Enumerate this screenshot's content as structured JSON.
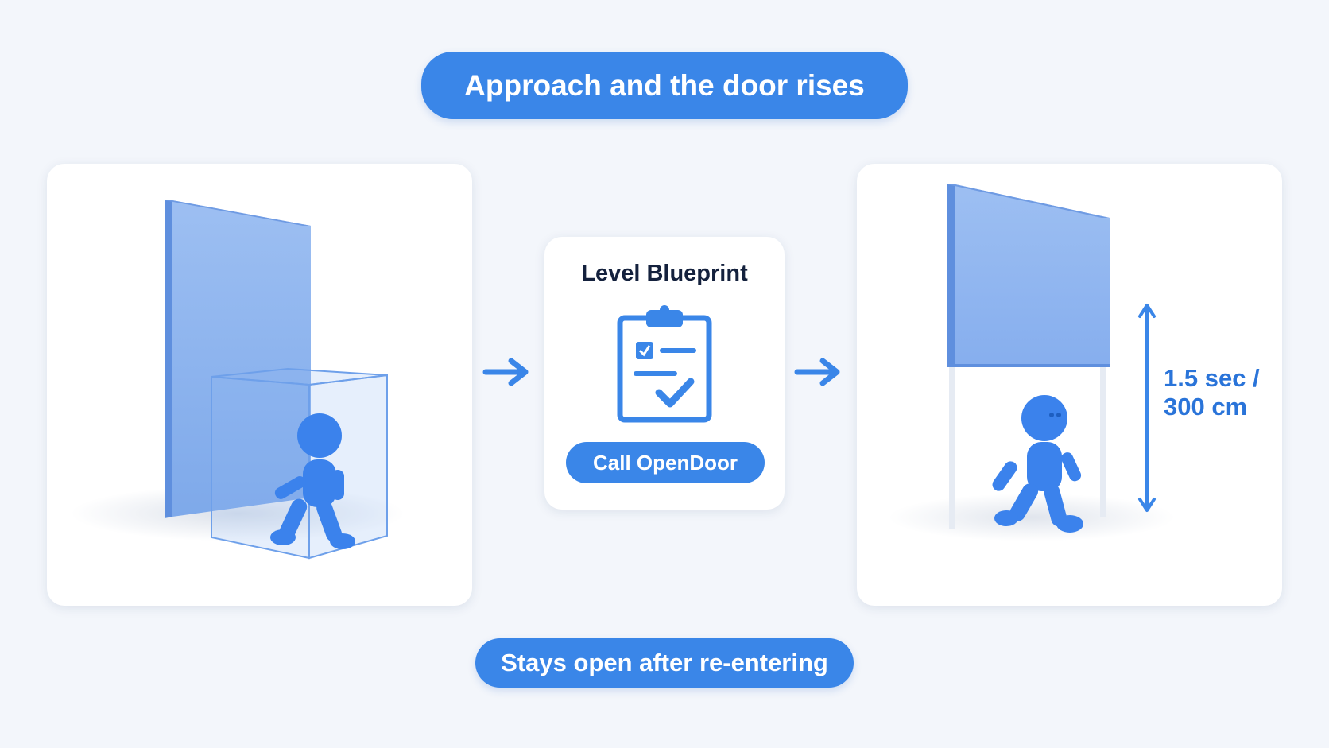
{
  "title": "Approach and the door rises",
  "caption": "Stays open after re-entering",
  "center_card": {
    "title": "Level Blueprint",
    "button": "Call OpenDoor",
    "icon": "clipboard-checklist-icon"
  },
  "dimension": {
    "line1": "1.5 sec /",
    "line2": "300 cm"
  },
  "colors": {
    "accent": "#3a86e8",
    "door": "#8fb5ee",
    "character": "#3b82ec",
    "background": "#f3f6fb"
  }
}
